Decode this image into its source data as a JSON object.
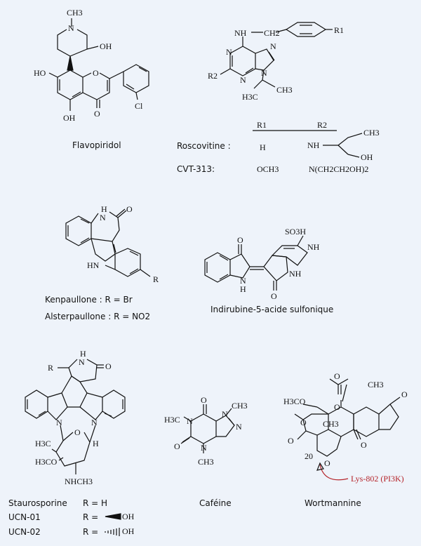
{
  "flavopiridol": {
    "name": "Flavopiridol",
    "atoms": {
      "ch3": "CH3",
      "n": "N",
      "oh1": "OH",
      "o": "O",
      "ho1": "HO",
      "cl": "Cl",
      "oh2": "OH",
      "o2": "O"
    }
  },
  "roscovitine": {
    "name": "Roscovitine :",
    "atoms": {
      "nh": "NH",
      "ch2": "CH2",
      "r1": "R1",
      "n1": "N",
      "n2": "N",
      "n3": "N",
      "n4": "N",
      "r2": "R2",
      "h3c": "H3C",
      "ch3": "CH3"
    },
    "table": {
      "col_r1": "R1",
      "col_r2": "R2",
      "rosco_r1": "H",
      "rosco_r2_nh": "NH",
      "rosco_r2_ch3": "CH3",
      "rosco_r2_oh": "OH",
      "cvt_name": "CVT-313:",
      "cvt_r1": "OCH3",
      "cvt_r2": "N(CH2CH2OH)2"
    }
  },
  "paullones": {
    "kenpaullone": "Kenpaullone :  R = Br",
    "alsterpaullone": "Alsterpaullone : R = NO2",
    "atoms": {
      "h": "H",
      "n": "N",
      "o": "O",
      "hn": "HN",
      "r": "R"
    }
  },
  "indirubine": {
    "name": "Indirubine-5-acide sulfonique",
    "atoms": {
      "so3h": "SO3H",
      "o": "O",
      "nh1": "NH",
      "n": "N",
      "h": "H",
      "nh2": "NH",
      "o2": "O"
    }
  },
  "staurosporine": {
    "name": "Staurosporine",
    "r_h": "R = H",
    "ucn01": "UCN-01",
    "ucn01_r": "R =",
    "ucn01_oh": "OH",
    "ucn02": "UCN-02",
    "ucn02_r": "R =",
    "ucn02_oh": "OH",
    "atoms": {
      "r": "R",
      "h": "H",
      "n": "N",
      "o": "O",
      "n1": "N",
      "n2": "N",
      "o2": "O",
      "h3c": "H3C",
      "h2": "H",
      "h3co": "H3CO",
      "nhch3": "NHCH3"
    }
  },
  "cafeine": {
    "name": "Caféine",
    "atoms": {
      "o": "O",
      "ch3a": "CH3",
      "n1": "N",
      "h3c": "H3C",
      "n2": "N",
      "n3": "N",
      "o2": "O",
      "n4": "N",
      "ch3b": "CH3"
    }
  },
  "wortmannine": {
    "name": "Wortmannine",
    "lys": "Lys-802 (PI3K)",
    "c20": "20",
    "atoms": {
      "o1": "O",
      "h3co": "H3CO",
      "o2": "O",
      "ch3a": "CH3",
      "o3": "O",
      "ch3b": "CH3",
      "o4": "O",
      "o5": "O",
      "o6": "O",
      "o7": "O"
    }
  },
  "colors": {
    "background": "#eef3fa",
    "annotation": "#b5242a"
  }
}
